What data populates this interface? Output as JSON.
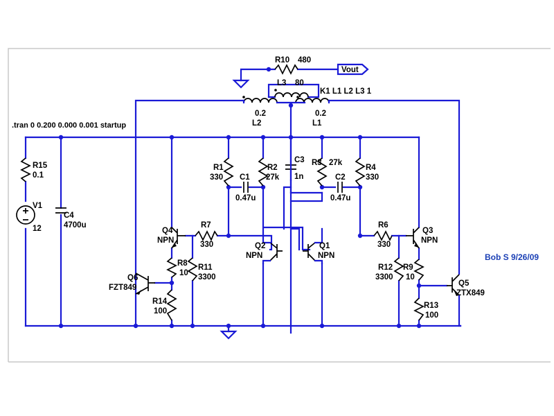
{
  "directive": ".tran 0 0.200 0.000 0.001 startup",
  "signature": "Bob S 9/26/09",
  "coupling": "K1 L1 L2 L3 1",
  "output_label": "Vout",
  "colors": {
    "wire": "#1a1ad6",
    "component": "#000000",
    "signature": "#1a3fb5",
    "background": "#ffffff"
  },
  "components": {
    "r10": {
      "name": "R10",
      "value": "480"
    },
    "l3": {
      "name": "L3",
      "value": "80"
    },
    "l2": {
      "name": "L2",
      "value": "0.2"
    },
    "l1": {
      "name": "L1",
      "value": "0.2"
    },
    "r15": {
      "name": "R15",
      "value": "0.1"
    },
    "v1": {
      "name": "V1",
      "value": "12"
    },
    "c4": {
      "name": "C4",
      "value": "4700u"
    },
    "r1": {
      "name": "R1",
      "value": "330"
    },
    "r2": {
      "name": "R2",
      "value": "27k"
    },
    "c1": {
      "name": "C1",
      "value": "0.47u"
    },
    "c3": {
      "name": "C3",
      "value": "1n"
    },
    "r3": {
      "name": "R3",
      "value": "27k"
    },
    "c2": {
      "name": "C2",
      "value": "0.47u"
    },
    "r4": {
      "name": "R4",
      "value": "330"
    },
    "q4": {
      "name": "Q4",
      "value": "NPN"
    },
    "r7": {
      "name": "R7",
      "value": "330"
    },
    "q2": {
      "name": "Q2",
      "value": "NPN"
    },
    "q1": {
      "name": "Q1",
      "value": "NPN"
    },
    "r6": {
      "name": "R6",
      "value": "330"
    },
    "q3": {
      "name": "Q3",
      "value": "NPN"
    },
    "r8": {
      "name": "R8",
      "value": "10"
    },
    "r11": {
      "name": "R11",
      "value": "3300"
    },
    "r12": {
      "name": "R12",
      "value": "3300"
    },
    "r9": {
      "name": "R9",
      "value": "10"
    },
    "q6": {
      "name": "Q6",
      "value": "FZT849"
    },
    "q5": {
      "name": "Q5",
      "value": "ZTX849"
    },
    "r14": {
      "name": "R14",
      "value": "100"
    },
    "r13": {
      "name": "R13",
      "value": "100"
    }
  }
}
